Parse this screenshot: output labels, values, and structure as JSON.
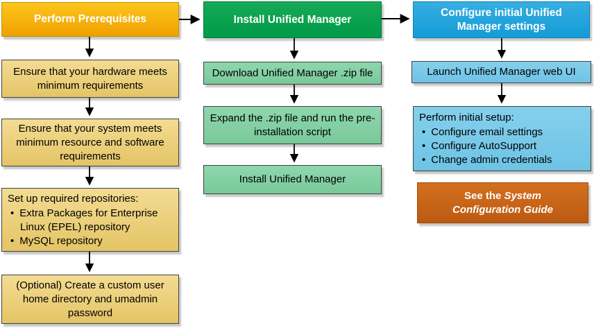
{
  "flow": {
    "columns": [
      {
        "id": "prerequisites",
        "header": "Perform Prerequisites",
        "steps": [
          {
            "text": "Ensure that your hardware meets minimum requirements"
          },
          {
            "text": "Ensure that your system meets minimum resource and software requirements"
          },
          {
            "text": "Set up required repositories:",
            "bullets": [
              "Extra Packages for Enterprise Linux (EPEL) repository",
              "MySQL repository"
            ]
          },
          {
            "text": "(Optional) Create a custom user home directory and umadmin password"
          }
        ]
      },
      {
        "id": "install",
        "header": "Install Unified Manager",
        "steps": [
          {
            "text": "Download Unified Manager .zip file"
          },
          {
            "text": "Expand the .zip file and run the pre-installation script"
          },
          {
            "text": "Install Unified Manager"
          }
        ]
      },
      {
        "id": "configure",
        "header": "Configure initial Unified Manager settings",
        "steps": [
          {
            "text": "Launch Unified Manager web UI"
          },
          {
            "text": "Perform initial setup:",
            "bullets": [
              "Configure email settings",
              "Configure AutoSupport",
              "Change admin credentials"
            ]
          }
        ]
      }
    ],
    "note": {
      "prefix": "See the ",
      "italic": "System Configuration Guide"
    }
  },
  "colors": {
    "gold-top": "#fec61c",
    "gold-bottom": "#efa000",
    "gold-border": "#c98f00",
    "goldlight-top": "#f3dc92",
    "goldlight-bottom": "#e4c466",
    "green-top": "#16aa55",
    "green-bottom": "#009a49",
    "green-border": "#007a39",
    "greenlight-top": "#8ed7ae",
    "greenlight-bottom": "#79c99a",
    "blue-top": "#36aee1",
    "blue-bottom": "#149bd7",
    "blue-border": "#0f7fb5",
    "bluelight-top": "#84d0ec",
    "bluelight-bottom": "#6ec3e5",
    "orange-top": "#d2701f",
    "orange-bottom": "#bd5a12",
    "orange-border": "#a04a0c",
    "child-border": "#3f3f3f",
    "arrow": "#000000"
  }
}
